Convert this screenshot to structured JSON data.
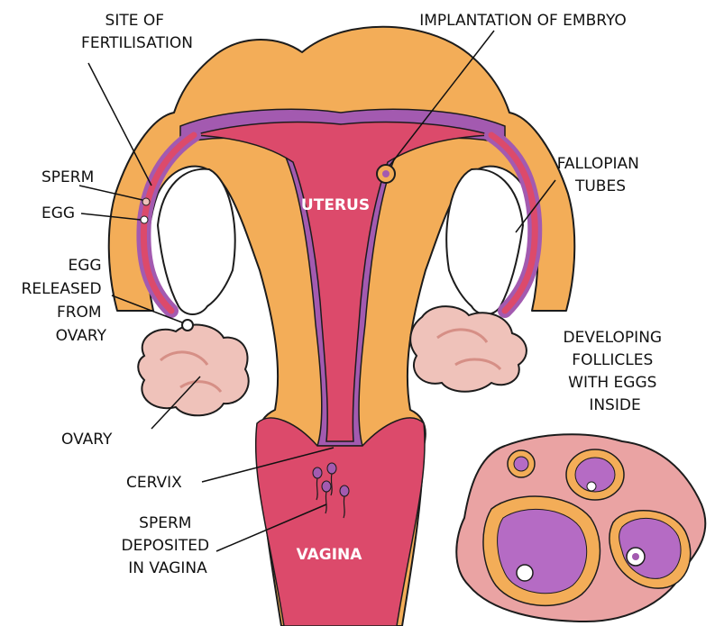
{
  "labels": {
    "site_fertilisation": [
      "SITE OF",
      "FERTILISATION"
    ],
    "implantation": "IMPLANTATION OF EMBRYO",
    "sperm": "SPERM",
    "egg": "EGG",
    "fallopian": [
      "FALLOPIAN",
      "TUBES"
    ],
    "egg_released": [
      "EGG",
      "RELEASED",
      "FROM",
      "OVARY"
    ],
    "developing": [
      "DEVELOPING",
      "FOLLICLES",
      "WITH EGGS",
      "INSIDE"
    ],
    "ovary": "OVARY",
    "cervix": "CERVIX",
    "sperm_deposited": [
      "SPERM",
      "DEPOSITED",
      "IN VAGINA"
    ],
    "uterus": "UTERUS",
    "vagina": "VAGINA"
  },
  "colors": {
    "tissue_orange": "#f3ad58",
    "cavity_red": "#dc4a6b",
    "lining_purple": "#a35ab0",
    "ovary_pink": "#efc2ba",
    "follicle_tissue": "#eaa3a3",
    "follicle_fluid": "#b56bc4",
    "outline": "#1c1c1c"
  }
}
